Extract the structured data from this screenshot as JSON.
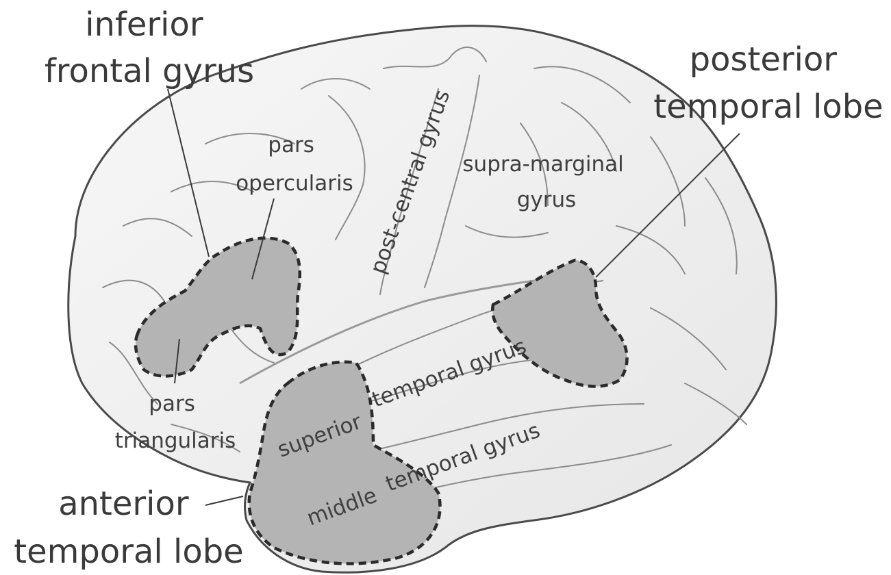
{
  "labels": {
    "inferior_frontal_gyrus": [
      "inferior",
      "frontal gyrus"
    ],
    "posterior_temporal_lobe": [
      "posterior",
      "temporal lobe"
    ],
    "anterior_temporal_lobe": [
      "anterior",
      "temporal lobe"
    ],
    "pars_opercularis": [
      "pars",
      "opercularis"
    ],
    "pars_triangularis": [
      "pars",
      "triangularis"
    ],
    "supra_marginal_gyrus": [
      "supra-marginal",
      "gyrus"
    ],
    "post_central_gyrus": "post-central gyrus",
    "superior_temporal_gyrus": [
      "superior",
      "temporal gyrus"
    ],
    "middle_temporal_gyrus": [
      "middle",
      "temporal gyrus"
    ]
  },
  "colors": {
    "brain_fill": "#f1f1f1",
    "brain_outline": "#4a4a4a",
    "region_fill": "#b4b4b4",
    "label_text": "#3a3a3a"
  }
}
